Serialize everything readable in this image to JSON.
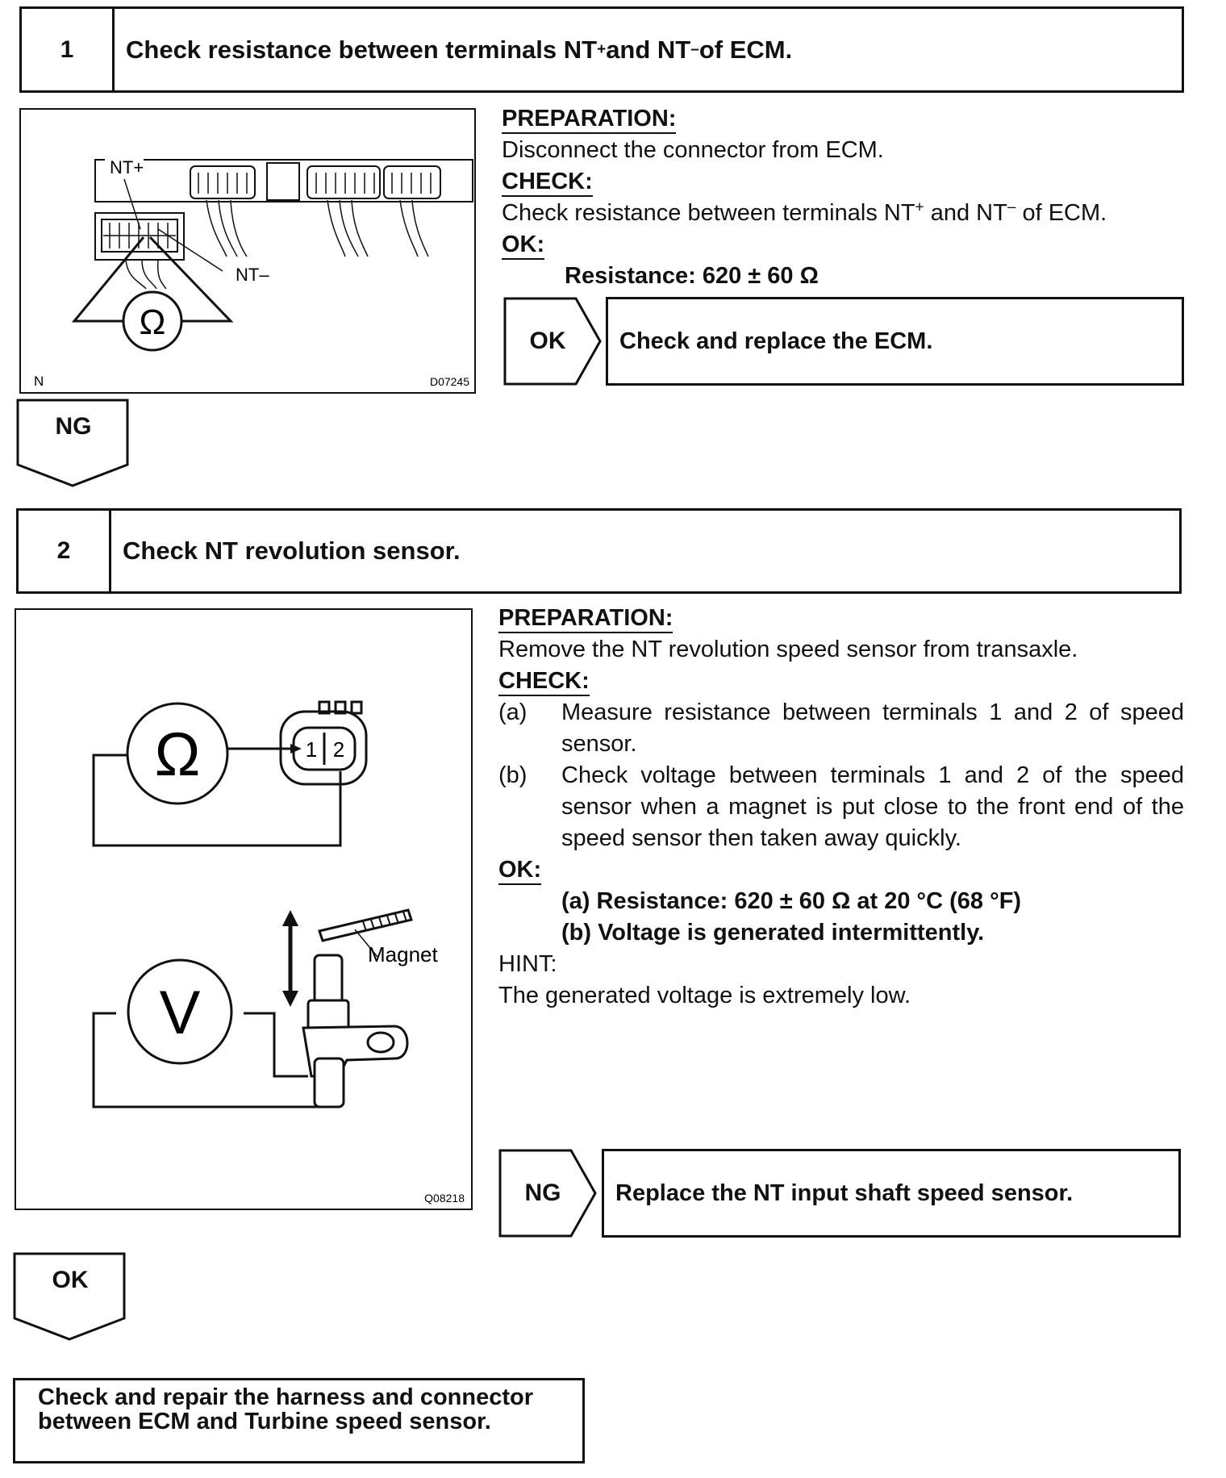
{
  "step1": {
    "number": "1",
    "title_a": "Check resistance between terminals NT",
    "title_sup1": "+",
    "title_b": " and NT",
    "title_sup2": "–",
    "title_c": " of ECM.",
    "figure": {
      "label_ntplus": "NT+",
      "label_ntminus": "NT–",
      "ohm_symbol": "Ω",
      "corner_left": "N",
      "corner_right": "D07245"
    },
    "preparation_heading": "PREPARATION:",
    "preparation_text": "Disconnect the connector from ECM.",
    "check_heading": "CHECK:",
    "check_a": "Check resistance between terminals NT",
    "check_sup1": "+",
    "check_b": " and NT",
    "check_sup2": "–",
    "check_c": " of ECM.",
    "ok_heading": "OK:",
    "ok_value": "Resistance: 620 ± 60 Ω",
    "ok_branch_label": "OK",
    "ok_branch_text": "Check and replace the ECM.",
    "ng_branch_label": "NG"
  },
  "step2": {
    "number": "2",
    "title": "Check NT revolution sensor.",
    "figure": {
      "ohm_symbol": "Ω",
      "volt_symbol": "V",
      "terminal_1": "1",
      "terminal_2": "2",
      "magnet_label": "Magnet",
      "corner_right": "Q08218"
    },
    "preparation_heading": "PREPARATION:",
    "preparation_text": "Remove the NT revolution speed sensor from transaxle.",
    "check_heading": "CHECK:",
    "check_items": [
      {
        "key": "(a)",
        "text": "Measure resistance between terminals 1 and 2 of speed sensor."
      },
      {
        "key": "(b)",
        "text": "Check voltage between terminals 1 and 2 of the speed sensor when a magnet is put close to the front end of the speed sensor then taken away quickly."
      }
    ],
    "ok_heading": "OK:",
    "ok_values": [
      "(a) Resistance: 620 ± 60 Ω at 20 °C (68 °F)",
      "(b) Voltage is generated intermittently."
    ],
    "hint_heading": "HINT:",
    "hint_text": "The generated voltage is extremely low.",
    "ng_branch_label": "NG",
    "ng_branch_text": "Replace the NT input shaft speed sensor.",
    "ok_branch_label": "OK"
  },
  "final": {
    "text_line1": "Check and repair the harness and connector",
    "text_line2": "between ECM and Turbine speed sensor."
  }
}
